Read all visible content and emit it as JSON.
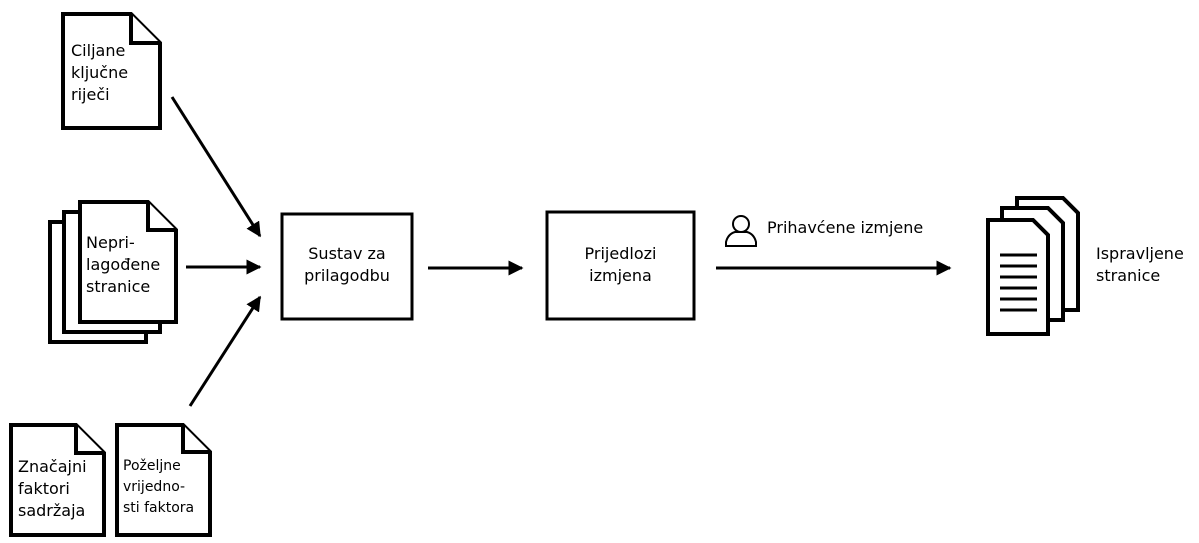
{
  "colors": {
    "stroke": "#000000",
    "background": "#ffffff"
  },
  "inputs": {
    "keywords": {
      "lines": [
        "Ciljane",
        "ključne",
        "riječi"
      ]
    },
    "unadapted_pages": {
      "lines": [
        "Nepri-",
        "lagođene",
        "stranice"
      ]
    },
    "significant_factors": {
      "lines": [
        "Značajni",
        "faktori",
        "sadržaja"
      ]
    },
    "desired_values": {
      "lines": [
        "Poželjne",
        "vrijedno-",
        "sti faktora"
      ]
    }
  },
  "process": {
    "system": {
      "lines": [
        "Sustav za",
        "prilagodbu"
      ]
    },
    "suggestions": {
      "lines": [
        "Prijedlozi",
        "izmjena"
      ]
    }
  },
  "accepted": {
    "label": "Prihavćene izmjene",
    "icon": "user-icon"
  },
  "output": {
    "lines": [
      "Ispravljene",
      "stranice"
    ]
  }
}
